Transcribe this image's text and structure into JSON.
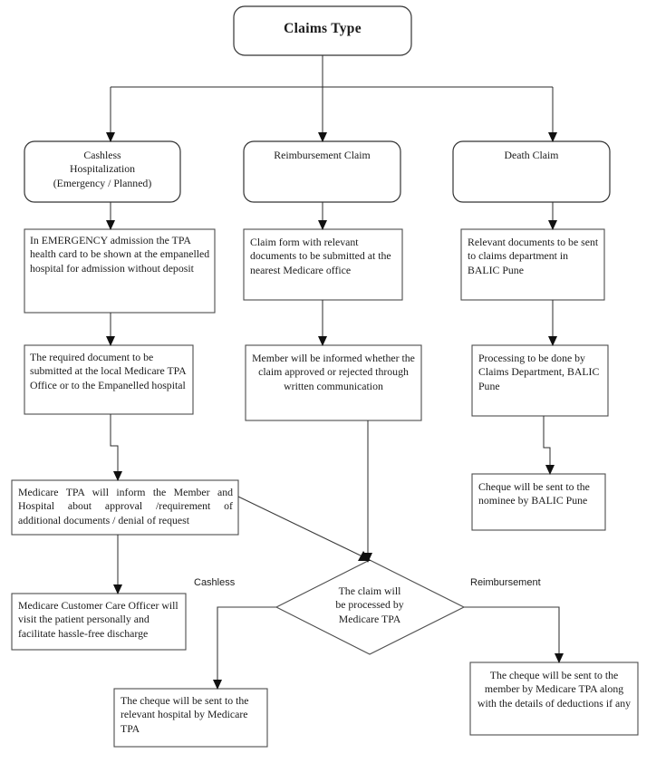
{
  "diagram": {
    "title": "Claims Type",
    "type": "flowchart",
    "background_color": "#ffffff",
    "box_border_color": "#4d4d4d",
    "connector_color": "#3b3b3b",
    "text_color": "#1a1a1a"
  },
  "nodes": {
    "root": {
      "label": "Claims Type",
      "shape": "rounded-rectangle"
    },
    "branch_cashless": {
      "label": "Cashless\nHospitalization\n(Emergency / Planned)",
      "shape": "rounded-rectangle"
    },
    "branch_reimbursement": {
      "label": "Reimbursement Claim",
      "shape": "rounded-rectangle"
    },
    "branch_death": {
      "label": "Death Claim",
      "shape": "rounded-rectangle"
    },
    "cashless_step1": {
      "label": "In EMERGENCY admission the TPA health card to be shown at the empanelled hospital for admission without deposit",
      "shape": "rectangle"
    },
    "cashless_step2": {
      "label": "The required document to be submitted at the local Medicare TPA Office or to the Empanelled hospital",
      "shape": "rectangle"
    },
    "cashless_step3": {
      "label": "Medicare TPA will inform the Member and Hospital about approval /requirement of additional documents / denial of request",
      "shape": "rectangle"
    },
    "cashless_step4": {
      "label": "Medicare Customer Care Officer will visit the patient personally and facilitate hassle-free discharge",
      "shape": "rectangle"
    },
    "reimb_step1": {
      "label": "Claim form with relevant documents to be submitted at the nearest Medicare office",
      "shape": "rectangle"
    },
    "reimb_step2": {
      "label": "Member will be informed whether the claim approved or rejected through written communication",
      "shape": "rectangle"
    },
    "death_step1": {
      "label": "Relevant documents to be sent to claims department in BALIC Pune",
      "shape": "rectangle"
    },
    "death_step2": {
      "label": "Processing to be done by Claims Department, BALIC Pune",
      "shape": "rectangle"
    },
    "death_step3": {
      "label": "Cheque will be sent to the nominee by BALIC Pune",
      "shape": "rectangle"
    },
    "decision": {
      "label": "The claim will\nbe processed by\nMedicare TPA",
      "shape": "diamond"
    },
    "outcome_cashless": {
      "label": "The cheque will be sent to the relevant hospital by Medicare TPA",
      "shape": "rectangle"
    },
    "outcome_reimbursement": {
      "label": "The cheque will be sent to the member by Medicare TPA along with the details of deductions if any",
      "shape": "rectangle"
    }
  },
  "edge_labels": {
    "cashless": "Cashless",
    "reimbursement": "Reimbursement"
  }
}
